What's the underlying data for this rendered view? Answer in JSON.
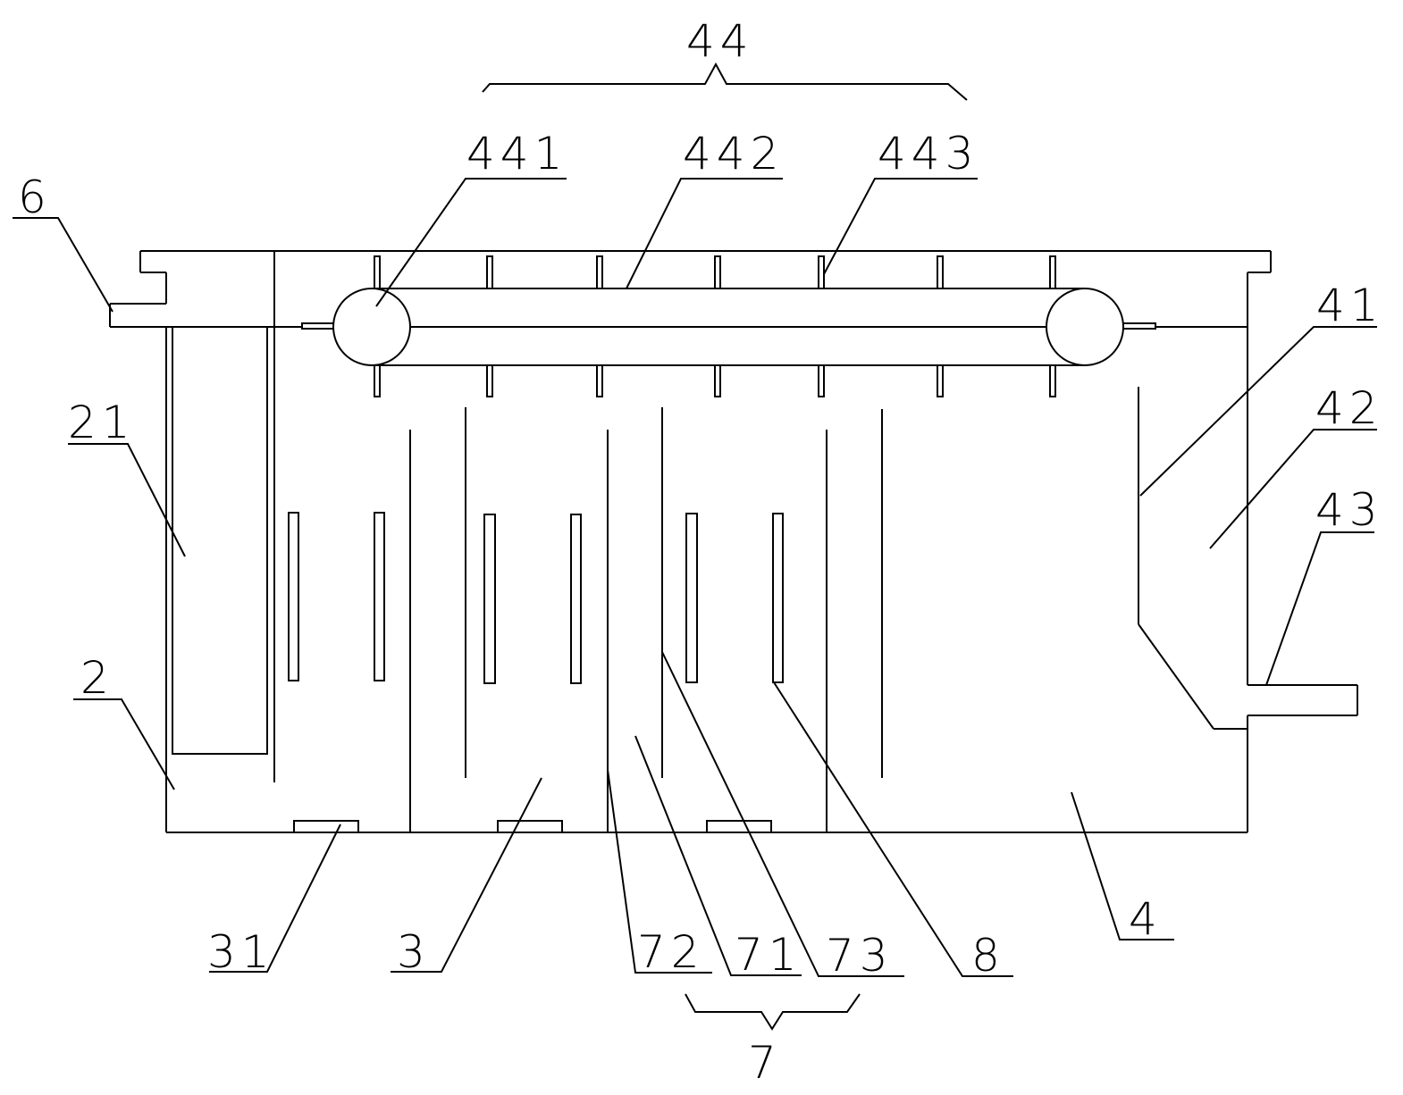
{
  "labels": {
    "l44": "44",
    "l441": "441",
    "l442": "442",
    "l443": "443",
    "l6": "6",
    "l41": "41",
    "l42": "42",
    "l43": "43",
    "l21": "21",
    "l2": "2",
    "l31": "31",
    "l3": "3",
    "l72": "72",
    "l71": "71",
    "l73": "73",
    "l8": "8",
    "l4": "4",
    "l7": "7"
  }
}
